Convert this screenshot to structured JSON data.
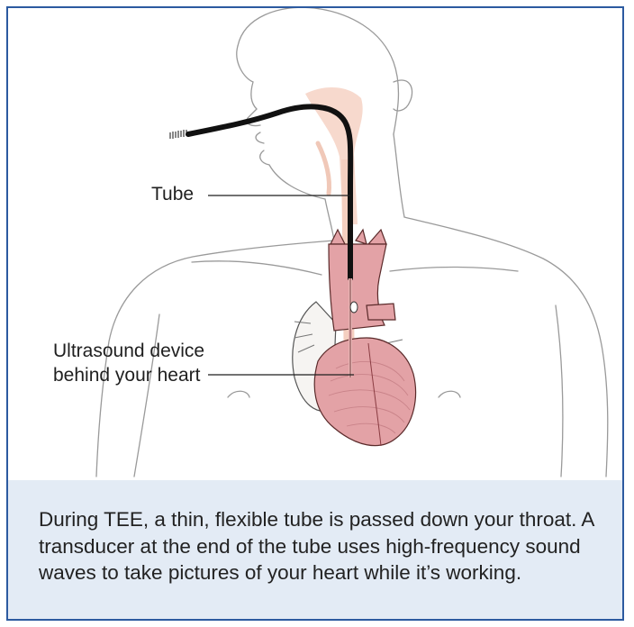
{
  "labels": {
    "tube": "Tube",
    "ultrasound_device": "Ultrasound device behind your heart"
  },
  "caption": "During TEE, a thin, flexible tube is passed down your throat. A transducer at the end of the tube uses high-frequency sound waves to take pictures of your heart while it’s working.",
  "colors": {
    "border": "#2c5aa0",
    "caption_background": "#e3ebf5",
    "heart": "#e3a2a6",
    "tube": "#111111",
    "esophagus": "#f7d9cd"
  }
}
